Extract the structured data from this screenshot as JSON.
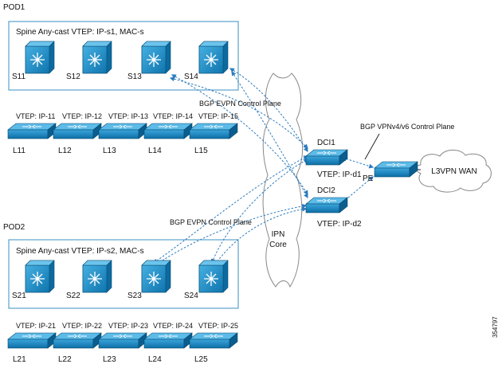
{
  "pods": [
    {
      "name": "POD1",
      "spine_box_label": "Spine Any-cast VTEP: IP-s1, MAC-s",
      "spines": [
        "S11",
        "S12",
        "S13",
        "S14"
      ],
      "leaves": [
        {
          "name": "L11",
          "vtep": "VTEP: IP-11"
        },
        {
          "name": "L12",
          "vtep": "VTEP: IP-12"
        },
        {
          "name": "L13",
          "vtep": "VTEP: IP-13"
        },
        {
          "name": "L14",
          "vtep": "VTEP: IP-14"
        },
        {
          "name": "L15",
          "vtep": "VTEP: IP-15"
        }
      ]
    },
    {
      "name": "POD2",
      "spine_box_label": "Spine Any-cast VTEP: IP-s2, MAC-s",
      "spines": [
        "S21",
        "S22",
        "S23",
        "S24"
      ],
      "leaves": [
        {
          "name": "L21",
          "vtep": "VTEP: IP-21"
        },
        {
          "name": "L22",
          "vtep": "VTEP: IP-22"
        },
        {
          "name": "L23",
          "vtep": "VTEP: IP-23"
        },
        {
          "name": "L24",
          "vtep": "VTEP: IP-24"
        },
        {
          "name": "L25",
          "vtep": "VTEP: IP-25"
        }
      ]
    }
  ],
  "dcis": [
    {
      "name": "DCI1",
      "vtep": "VTEP: IP-d1"
    },
    {
      "name": "DCI2",
      "vtep": "VTEP: IP-d2"
    }
  ],
  "bgp_evpn_label": "BGP EVPN Control Plane",
  "bgp_vpn_label": "BGP VPNv4/v6 Control Plane",
  "ipn_label": [
    "IPN",
    "Core"
  ],
  "pe_label": "PE",
  "wan_label": "L3VPN WAN",
  "figure_id": "354797",
  "colors": {
    "device_blue": "#1a8fc8",
    "link_blue": "#2b7bbf",
    "box_border": "#3a8fc2"
  }
}
